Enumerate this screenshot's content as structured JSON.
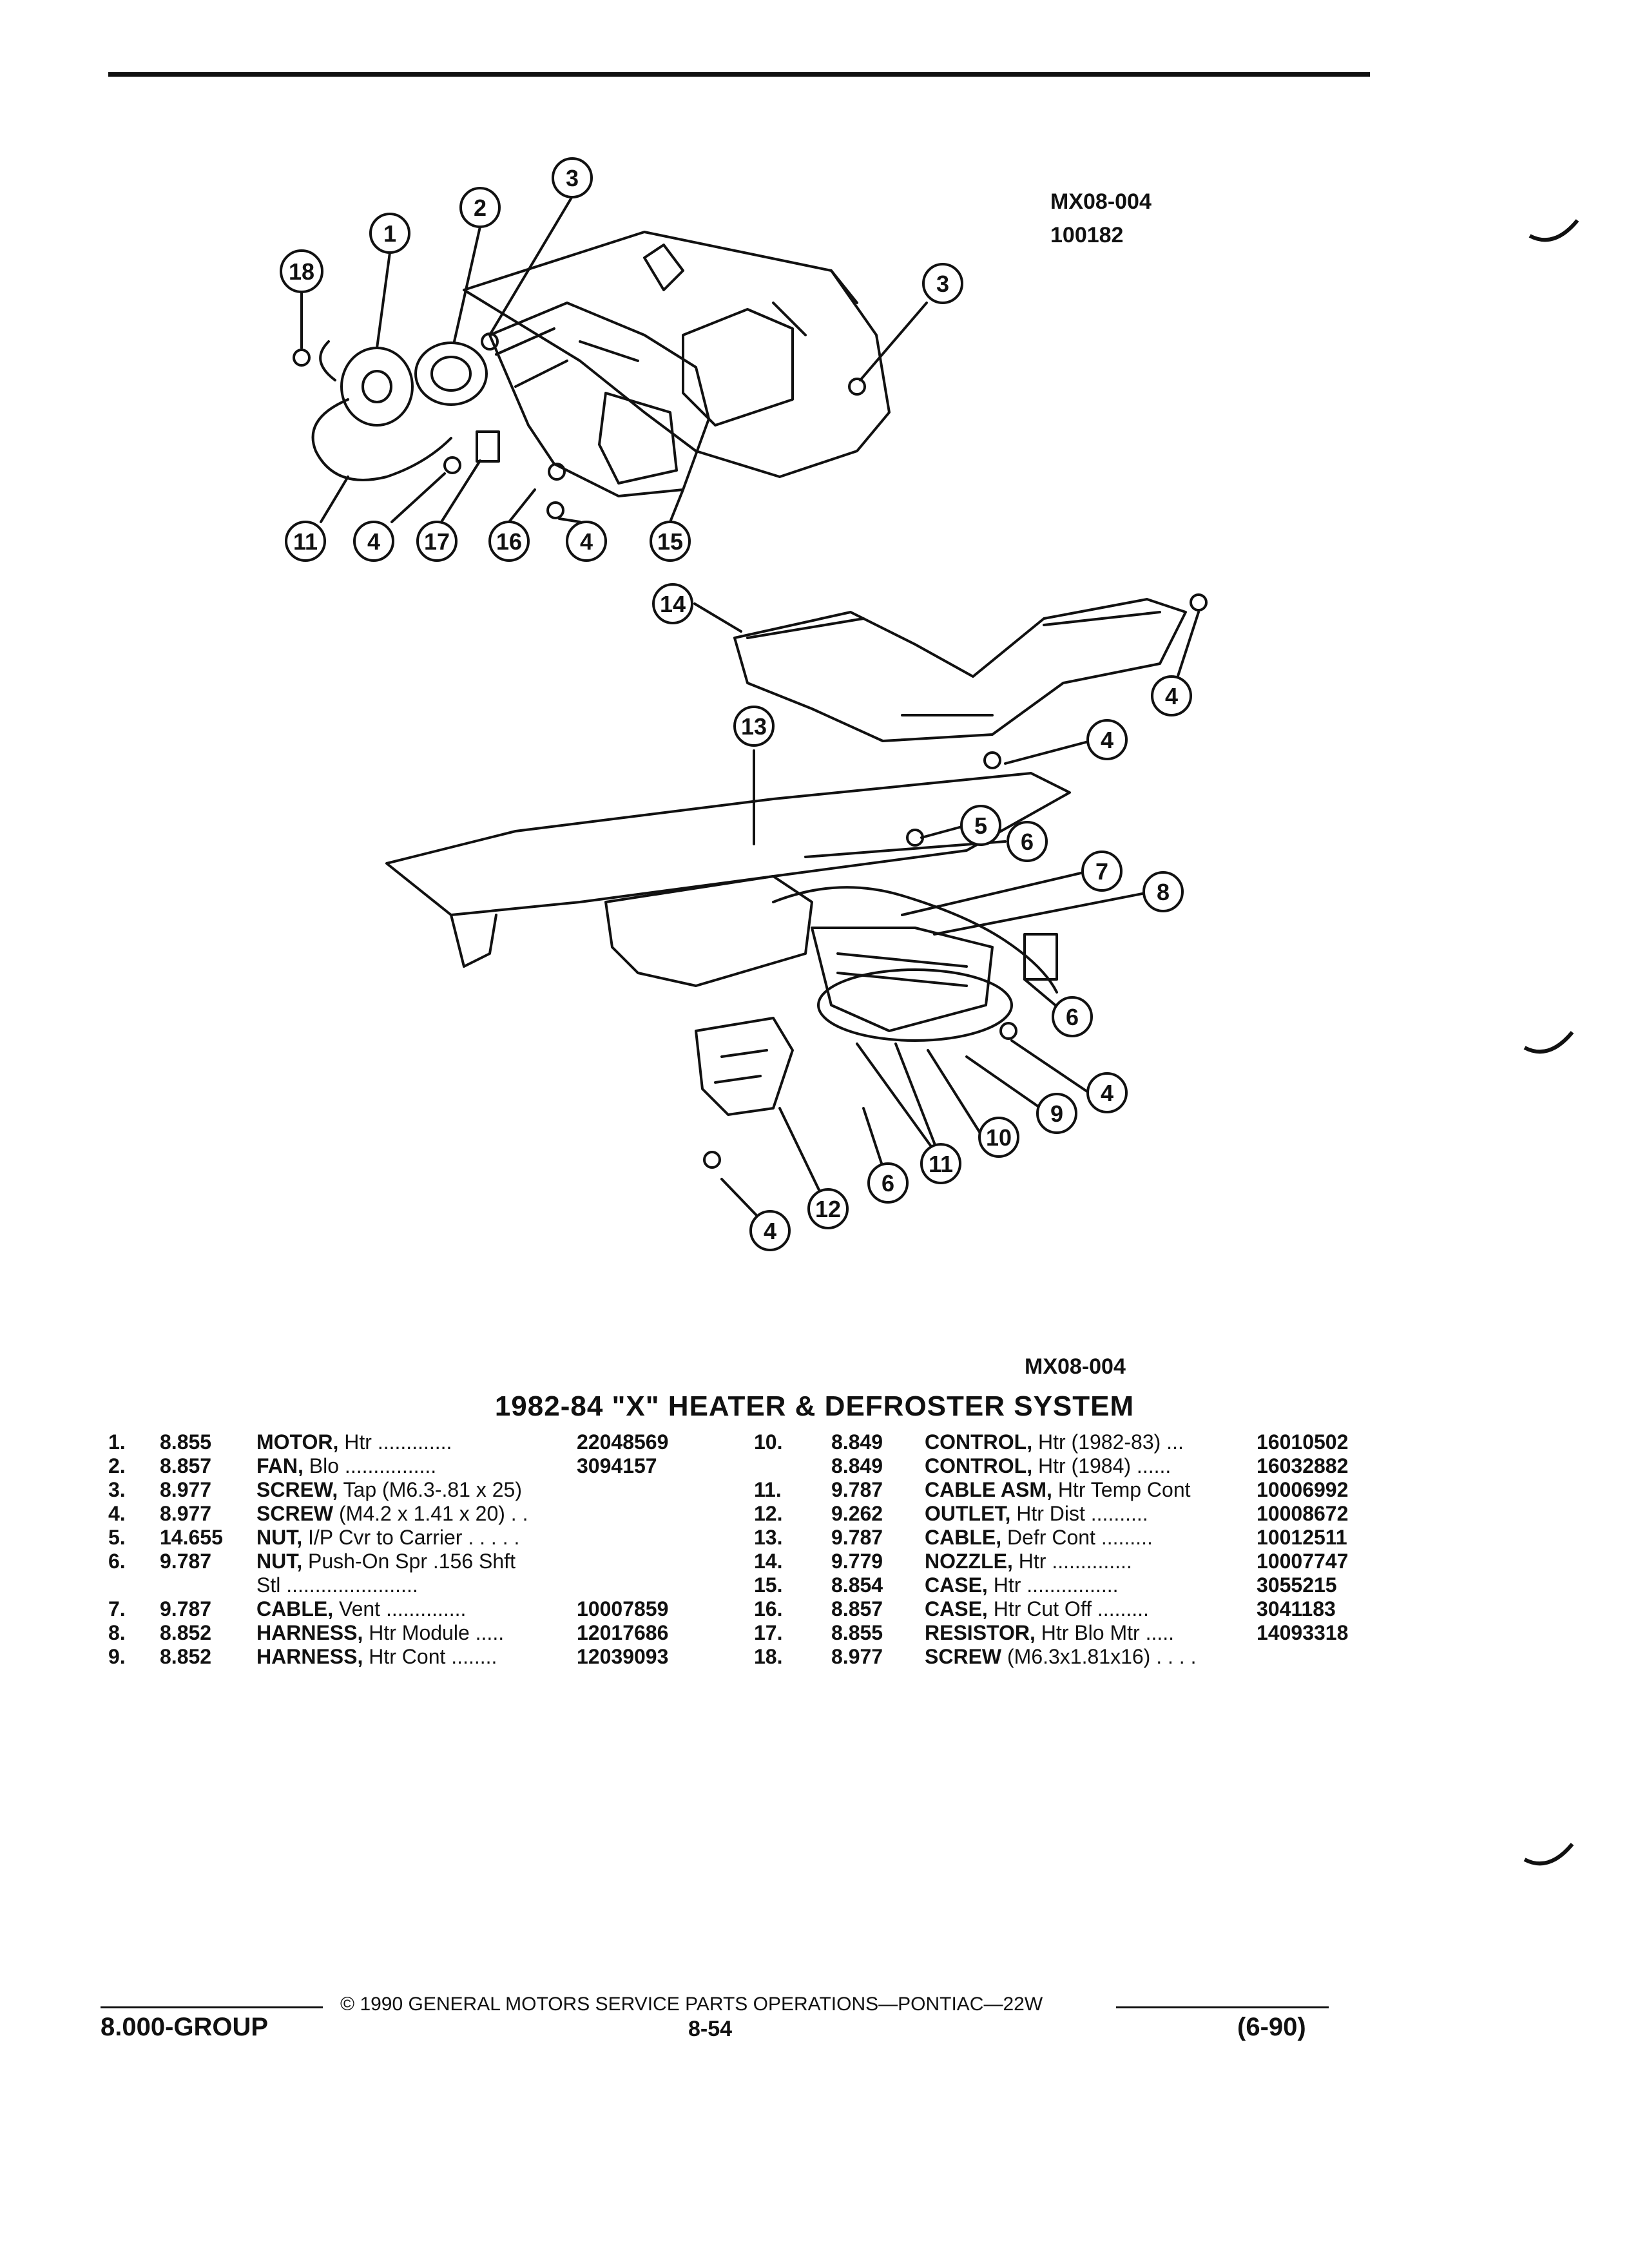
{
  "figure": {
    "code_top": "MX08-004",
    "code_top_2": "100182",
    "code_bottom": "MX08-004",
    "callouts": [
      "1",
      "2",
      "3",
      "3",
      "4",
      "4",
      "4",
      "4",
      "4",
      "4",
      "4",
      "5",
      "6",
      "6",
      "6",
      "7",
      "8",
      "9",
      "10",
      "11",
      "11",
      "12",
      "13",
      "14",
      "15",
      "16",
      "17",
      "18"
    ]
  },
  "title": "1982-84 \"X\" HEATER & DEFROSTER SYSTEM",
  "parts_left": [
    {
      "no": "1.",
      "grp": "8.855",
      "name": "MOTOR,",
      "desc": " Htr",
      "dots": " .............",
      "pn": "22048569"
    },
    {
      "no": "2.",
      "grp": "8.857",
      "name": "FAN,",
      "desc": " Blo",
      "dots": " ................",
      "pn": "3094157"
    },
    {
      "no": "3.",
      "grp": "8.977",
      "name": "SCREW,",
      "desc": " Tap (M6.3-.81 x 25)",
      "dots": "",
      "pn": ""
    },
    {
      "no": "4.",
      "grp": "8.977",
      "name": "SCREW",
      "desc": " (M4.2 x 1.41 x 20)",
      "dots": " . .",
      "pn": ""
    },
    {
      "no": "5.",
      "grp": "14.655",
      "name": "NUT,",
      "desc": " I/P Cvr to Carrier",
      "dots": " . . . . .",
      "pn": ""
    },
    {
      "no": "6.",
      "grp": "9.787",
      "name": "NUT,",
      "desc": " Push-On Spr .156 Shft",
      "dots": "",
      "pn": ""
    },
    {
      "no": "",
      "grp": "",
      "name": "",
      "desc": "Stl",
      "dots": " .......................",
      "pn": ""
    },
    {
      "no": "7.",
      "grp": "9.787",
      "name": "CABLE,",
      "desc": " Vent",
      "dots": " ..............",
      "pn": "10007859"
    },
    {
      "no": "8.",
      "grp": "8.852",
      "name": "HARNESS,",
      "desc": " Htr Module",
      "dots": " .....",
      "pn": "12017686"
    },
    {
      "no": "9.",
      "grp": "8.852",
      "name": "HARNESS,",
      "desc": " Htr Cont",
      "dots": " ........",
      "pn": "12039093"
    }
  ],
  "parts_right": [
    {
      "no": "10.",
      "grp": "8.849",
      "name": "CONTROL,",
      "desc": " Htr (1982-83)",
      "dots": " ...",
      "pn": "16010502"
    },
    {
      "no": "",
      "grp": "8.849",
      "name": "CONTROL,",
      "desc": " Htr (1984)",
      "dots": " ......",
      "pn": "16032882"
    },
    {
      "no": "11.",
      "grp": "9.787",
      "name": "CABLE ASM,",
      "desc": " Htr Temp Cont",
      "dots": "",
      "pn": "10006992"
    },
    {
      "no": "12.",
      "grp": "9.262",
      "name": "OUTLET,",
      "desc": " Htr Dist",
      "dots": " ..........",
      "pn": "10008672"
    },
    {
      "no": "13.",
      "grp": "9.787",
      "name": "CABLE,",
      "desc": " Defr Cont",
      "dots": " .........",
      "pn": "10012511"
    },
    {
      "no": "14.",
      "grp": "9.779",
      "name": "NOZZLE,",
      "desc": " Htr",
      "dots": " ..............",
      "pn": "10007747"
    },
    {
      "no": "15.",
      "grp": "8.854",
      "name": "CASE,",
      "desc": " Htr",
      "dots": " ................",
      "pn": "3055215"
    },
    {
      "no": "16.",
      "grp": "8.857",
      "name": "CASE,",
      "desc": " Htr Cut Off",
      "dots": " .........",
      "pn": "3041183"
    },
    {
      "no": "17.",
      "grp": "8.855",
      "name": "RESISTOR,",
      "desc": " Htr Blo Mtr",
      "dots": " .....",
      "pn": "14093318"
    },
    {
      "no": "18.",
      "grp": "8.977",
      "name": "SCREW",
      "desc": " (M6.3x1.81x16)",
      "dots": " . . . .",
      "pn": ""
    }
  ],
  "footer": {
    "copyright": "© 1990 GENERAL MOTORS SERVICE PARTS OPERATIONS—PONTIAC—22W",
    "group": "8.000-GROUP",
    "page": "8-54",
    "date": "(6-90)"
  }
}
